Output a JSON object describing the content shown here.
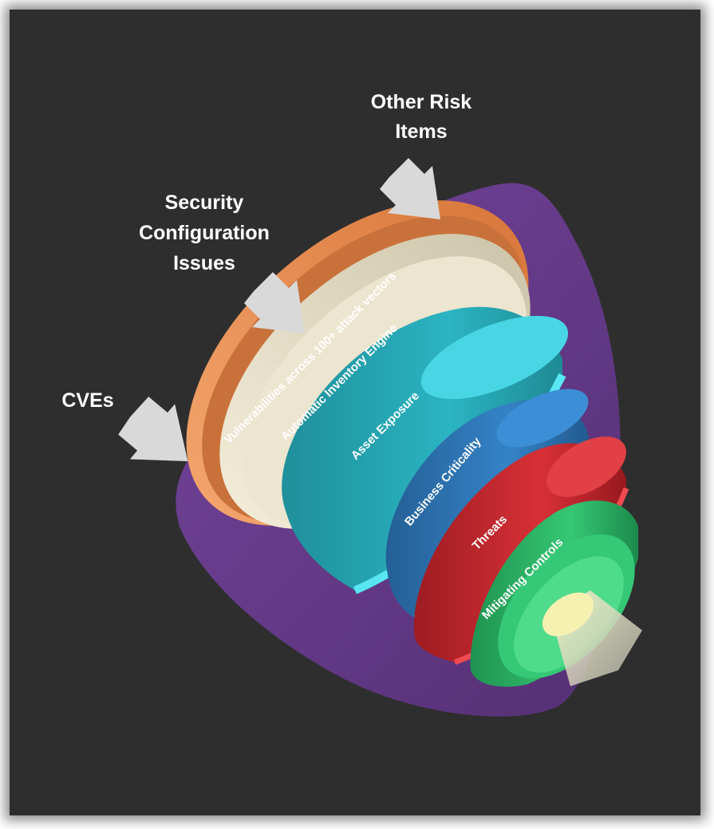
{
  "inputs": {
    "cves": "CVEs",
    "security_config": [
      "Security",
      "Configuration",
      "Issues"
    ],
    "other_risk": [
      "Other Risk",
      "Items"
    ]
  },
  "layers": [
    {
      "label": "Vulnerabilities across 100+ attack vectors",
      "color": "#e8945a"
    },
    {
      "label": "Automatic Inventory Engine",
      "color": "#e8e2cc"
    },
    {
      "label": "Asset Exposure",
      "color": "#27a7b5"
    },
    {
      "label": "Business Criticality",
      "color": "#2f75b6"
    },
    {
      "label": "Threats",
      "color": "#c8262c"
    },
    {
      "label": "Mitigating Controls",
      "color": "#2fbf6a"
    }
  ],
  "colors": {
    "background": "#2e2e2e",
    "funnel": "#6a3a8e",
    "arrow": "#d9d9d9"
  }
}
